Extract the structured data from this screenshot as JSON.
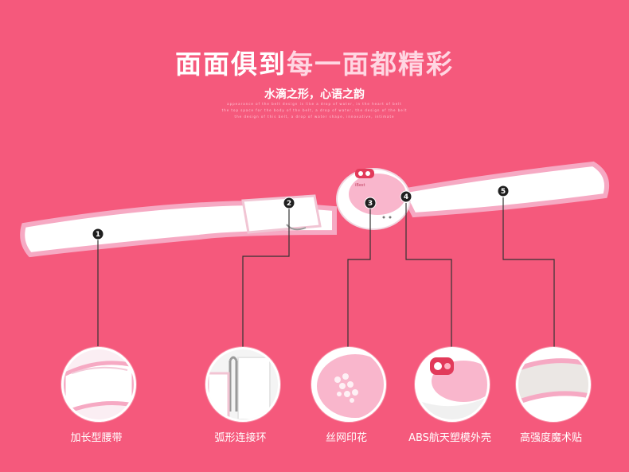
{
  "header": {
    "title_white": "面面俱到",
    "title_pink": "每一面都精彩",
    "subtitle": "水滴之形，心语之韵",
    "fine_print": [
      "appearance of the belt design is like a drop of water, in the heart of belt",
      "the top space for the body of the belt, a drop of water, the design of the belt",
      "the design of this belt, a drop of water shape, innovative, intimate"
    ]
  },
  "device": {
    "brand": "iBest"
  },
  "markers": [
    "1",
    "2",
    "3",
    "4",
    "5"
  ],
  "features": [
    {
      "label": "加长型腰带"
    },
    {
      "label": "弧形连接环"
    },
    {
      "label": "丝网印花"
    },
    {
      "label": "ABS航天塑模外壳"
    },
    {
      "label": "高强度魔术贴"
    }
  ],
  "colors": {
    "background": "#f5597c",
    "belt_trim": "#f6a9c3",
    "belt_body": "#ffffff"
  }
}
